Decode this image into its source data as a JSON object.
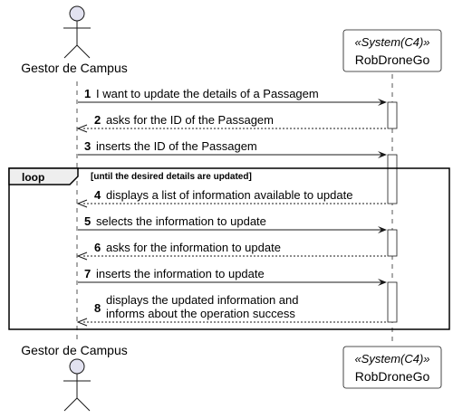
{
  "participants": {
    "actor": {
      "name": "Gestor de Campus",
      "icon": "stick-figure-icon"
    },
    "system": {
      "stereotype": "«System(C4)»",
      "name": "RobDroneGo"
    }
  },
  "loop": {
    "label": "loop",
    "condition": "[until the desired details are updated]"
  },
  "messages": [
    {
      "number": "1",
      "lines": [
        "I want to update the details of a Passagem"
      ],
      "direction": "request"
    },
    {
      "number": "2",
      "lines": [
        "asks for the ID of the Passagem"
      ],
      "direction": "reply"
    },
    {
      "number": "3",
      "lines": [
        "inserts the ID of the Passagem"
      ],
      "direction": "request"
    },
    {
      "number": "4",
      "lines": [
        "displays a list of information available to update"
      ],
      "direction": "reply"
    },
    {
      "number": "5",
      "lines": [
        "selects the information to update"
      ],
      "direction": "request"
    },
    {
      "number": "6",
      "lines": [
        "asks for the information to update"
      ],
      "direction": "reply"
    },
    {
      "number": "7",
      "lines": [
        "inserts the information to update"
      ],
      "direction": "request"
    },
    {
      "number": "8",
      "lines": [
        "displays the updated information and",
        "informs about the operation success"
      ],
      "direction": "reply"
    }
  ],
  "colors": {
    "actor_fill": "#e2e2f0",
    "box_fill": "#ffffff",
    "line": "#181818",
    "lifeline": "#555555"
  }
}
